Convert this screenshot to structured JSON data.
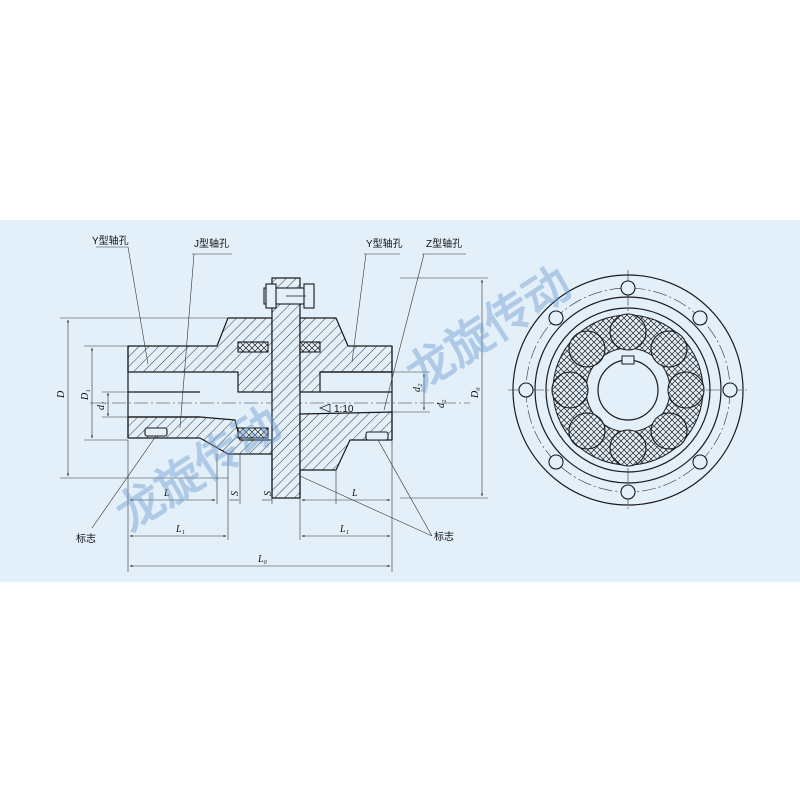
{
  "labels": {
    "y_bore_left": "Y型轴孔",
    "j_bore": "J型轴孔",
    "y_bore_right": "Y型轴孔",
    "z_bore": "Z型轴孔",
    "mark_left": "标志",
    "mark_right": "标志",
    "taper": "1:10"
  },
  "dimensions": {
    "D": "D",
    "D1": "D₁",
    "d1": "d₁",
    "d2": "d₂",
    "D0": "D₀",
    "L_left": "L",
    "L_right": "L",
    "S_left": "S",
    "S_right": "S",
    "L1_left": "L₁",
    "L1_right": "L₁",
    "L0": "L₀"
  },
  "watermark": {
    "text_left": "龙旋传动",
    "text_right": "龙旋传动"
  },
  "colors": {
    "panel": "#e3eff9",
    "line": "#1a1a1a",
    "watermark": "#6f9ed2"
  }
}
